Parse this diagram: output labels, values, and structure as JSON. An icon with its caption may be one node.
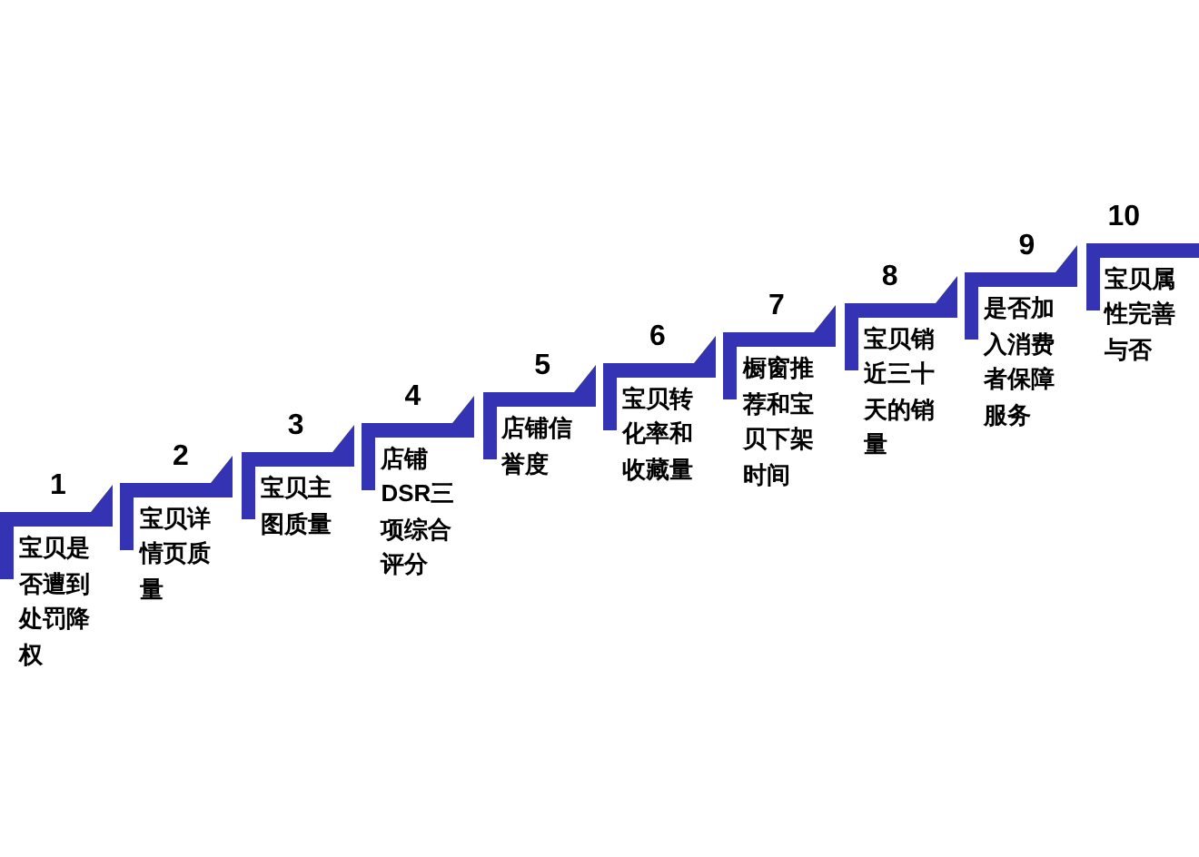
{
  "diagram": {
    "nodes": [
      {
        "text": [
          "1",
          "宝贝是否遭到处罚降权"
        ]
      },
      {
        "text": [
          "2",
          "宝贝详情页质量"
        ]
      },
      {
        "text": [
          "3",
          "宝贝主图质量"
        ]
      },
      {
        "text": [
          "4",
          "店铺DSR三项综合评分"
        ]
      },
      {
        "text": [
          "5",
          "店铺信誉度"
        ]
      },
      {
        "text": [
          "6",
          "宝贝转化率和收藏量"
        ]
      },
      {
        "text": [
          "7",
          "橱窗推荐和宝贝下架时间"
        ]
      },
      {
        "text": [
          "8",
          "宝贝销近三十天的销量"
        ]
      },
      {
        "text": [
          "9",
          "是否加入消费者保障服务"
        ]
      },
      {
        "text": [
          "10",
          "宝贝属性完善与否"
        ]
      }
    ]
  }
}
